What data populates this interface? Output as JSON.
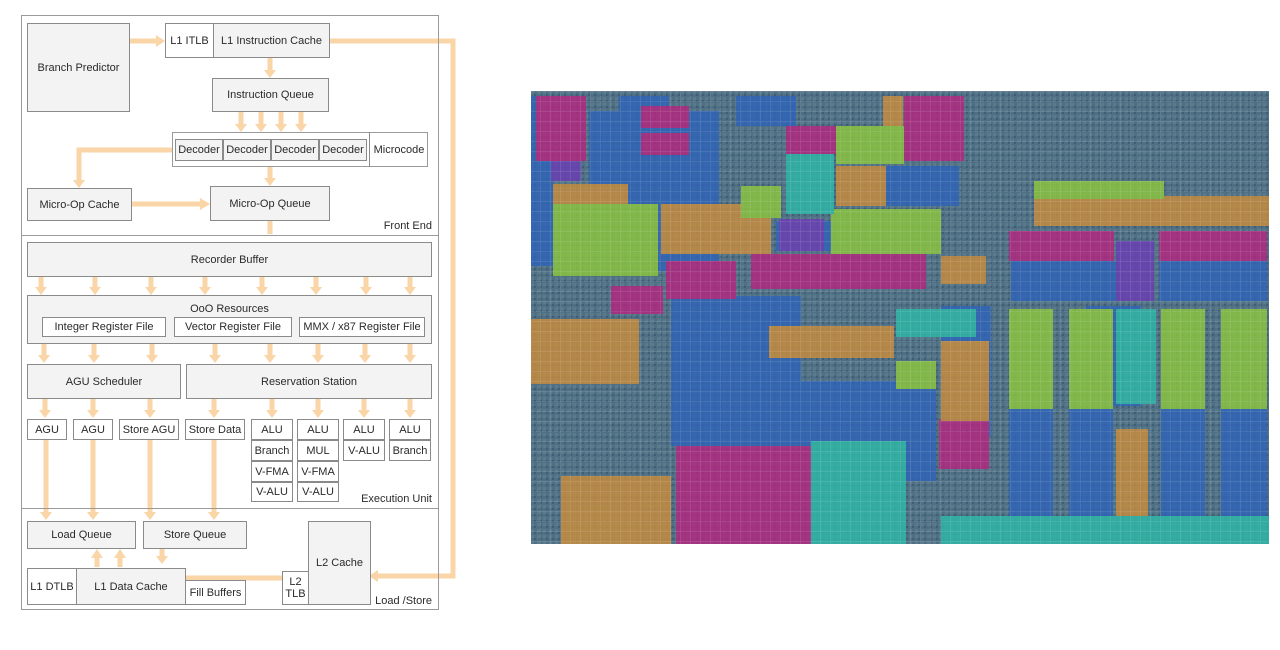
{
  "diagram": {
    "front_end": {
      "section_label": "Front End",
      "branch_predictor": "Branch Predictor",
      "l1_itlb": "L1 ITLB",
      "l1_instruction_cache": "L1 Instruction Cache",
      "instruction_queue": "Instruction Queue",
      "decoders": [
        "Decoder",
        "Decoder",
        "Decoder",
        "Decoder"
      ],
      "microcode": "Microcode",
      "micro_op_cache": "Micro-Op Cache",
      "micro_op_queue": "Micro-Op Queue"
    },
    "execution": {
      "section_label": "Execution Unit",
      "recorder_buffer": "Recorder Buffer",
      "ooo_resources": "OoO Resources",
      "register_files": [
        "Integer Register File",
        "Vector Register File",
        "MMX / x87 Register File"
      ],
      "agu_scheduler": "AGU Scheduler",
      "reservation_station": "Reservation Station",
      "units": {
        "agu_1": "AGU",
        "agu_2": "AGU",
        "store_agu": "Store AGU",
        "store_data": "Store Data",
        "col_1": [
          "ALU",
          "Branch",
          "V-FMA",
          "V-ALU"
        ],
        "col_2": [
          "ALU",
          "MUL",
          "V-FMA",
          "V-ALU"
        ],
        "col_3": [
          "ALU",
          "V-ALU"
        ],
        "col_4": [
          "ALU",
          "Branch"
        ]
      }
    },
    "load_store": {
      "section_label": "Load /Store",
      "load_queue": "Load Queue",
      "store_queue": "Store Queue",
      "l1_dtlb": "L1 DTLB",
      "l1_data_cache": "L1 Data Cache",
      "fill_buffers": "Fill Buffers",
      "l2_tlb_line1": "L2",
      "l2_tlb_line2": "TLB",
      "l2_cache": "L2 Cache"
    }
  },
  "colors": {
    "arrow": "#f9d5a7",
    "block_fill": "#f3f3f3",
    "block_border": "#8a8a8a",
    "die_base": "#4f6f85",
    "die_blue": "#2f64b8",
    "die_magenta": "#b3267f",
    "die_orange": "#c98d3c",
    "die_green": "#8dc63f",
    "die_teal": "#2fb9a8",
    "die_purple": "#6b3fb5"
  }
}
